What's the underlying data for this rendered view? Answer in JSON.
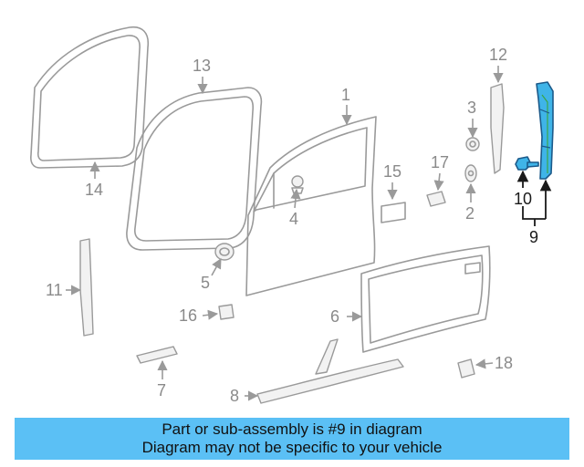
{
  "diagram": {
    "callouts": [
      {
        "id": "1",
        "label": "1"
      },
      {
        "id": "2",
        "label": "2"
      },
      {
        "id": "3",
        "label": "3"
      },
      {
        "id": "4",
        "label": "4"
      },
      {
        "id": "5",
        "label": "5"
      },
      {
        "id": "6",
        "label": "6"
      },
      {
        "id": "7",
        "label": "7"
      },
      {
        "id": "8",
        "label": "8"
      },
      {
        "id": "9",
        "label": "9"
      },
      {
        "id": "10",
        "label": "10"
      },
      {
        "id": "11",
        "label": "11"
      },
      {
        "id": "12",
        "label": "12"
      },
      {
        "id": "13",
        "label": "13"
      },
      {
        "id": "14",
        "label": "14"
      },
      {
        "id": "15",
        "label": "15"
      },
      {
        "id": "16",
        "label": "16"
      },
      {
        "id": "17",
        "label": "17"
      },
      {
        "id": "18",
        "label": "18"
      }
    ],
    "highlighted_callout": "9",
    "colors": {
      "highlight": "#3fb4e8",
      "banner": "#5bc0f5",
      "part_line": "#9a9a9a"
    }
  },
  "banner": {
    "line1": "Part or sub-assembly is #9 in diagram",
    "line2": "Diagram may not be specific to your vehicle"
  }
}
